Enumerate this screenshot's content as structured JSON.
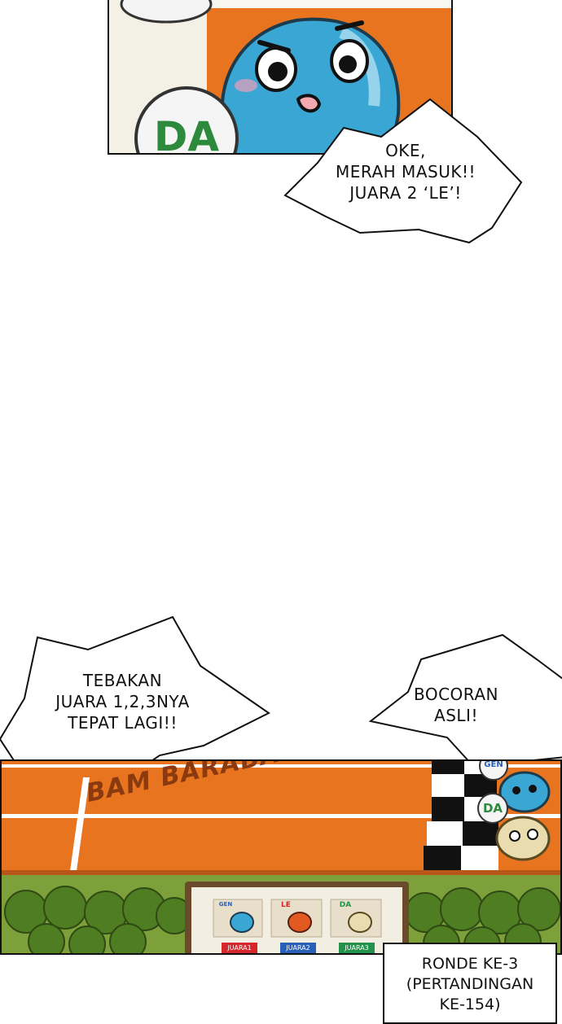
{
  "top_panel": {
    "badge_text": "DA",
    "colors": {
      "orange": "#e8741f",
      "blue": "#3aa6d4",
      "green": "#2d8a3c"
    }
  },
  "bubbles": {
    "oke": "OKE,\nMERAH MASUK!!\nJUARA 2 ‘LE’!",
    "tebakan": "TEBAKAN\nJUARA 1,2,3NYA\nTEPAT LAGI!!",
    "bocoran": "BOCORAN\nASLI!"
  },
  "race": {
    "sfx": "BAM BARABAM~",
    "badges": [
      "GEN",
      "DA"
    ],
    "board": [
      {
        "badge": "GEN",
        "label": "JUARA1",
        "color": "#d6262b"
      },
      {
        "badge": "LE",
        "label": "JUARA2",
        "color": "#2a5fb8"
      },
      {
        "badge": "DA",
        "label": "JUARA3",
        "color": "#23924a"
      }
    ],
    "colors": {
      "track": "#e8741f",
      "grass": "#7ea03a",
      "trees": "#4f7d22"
    }
  },
  "caption": "RONDE KE-3\n(PERTANDINGAN\nKE-154)"
}
